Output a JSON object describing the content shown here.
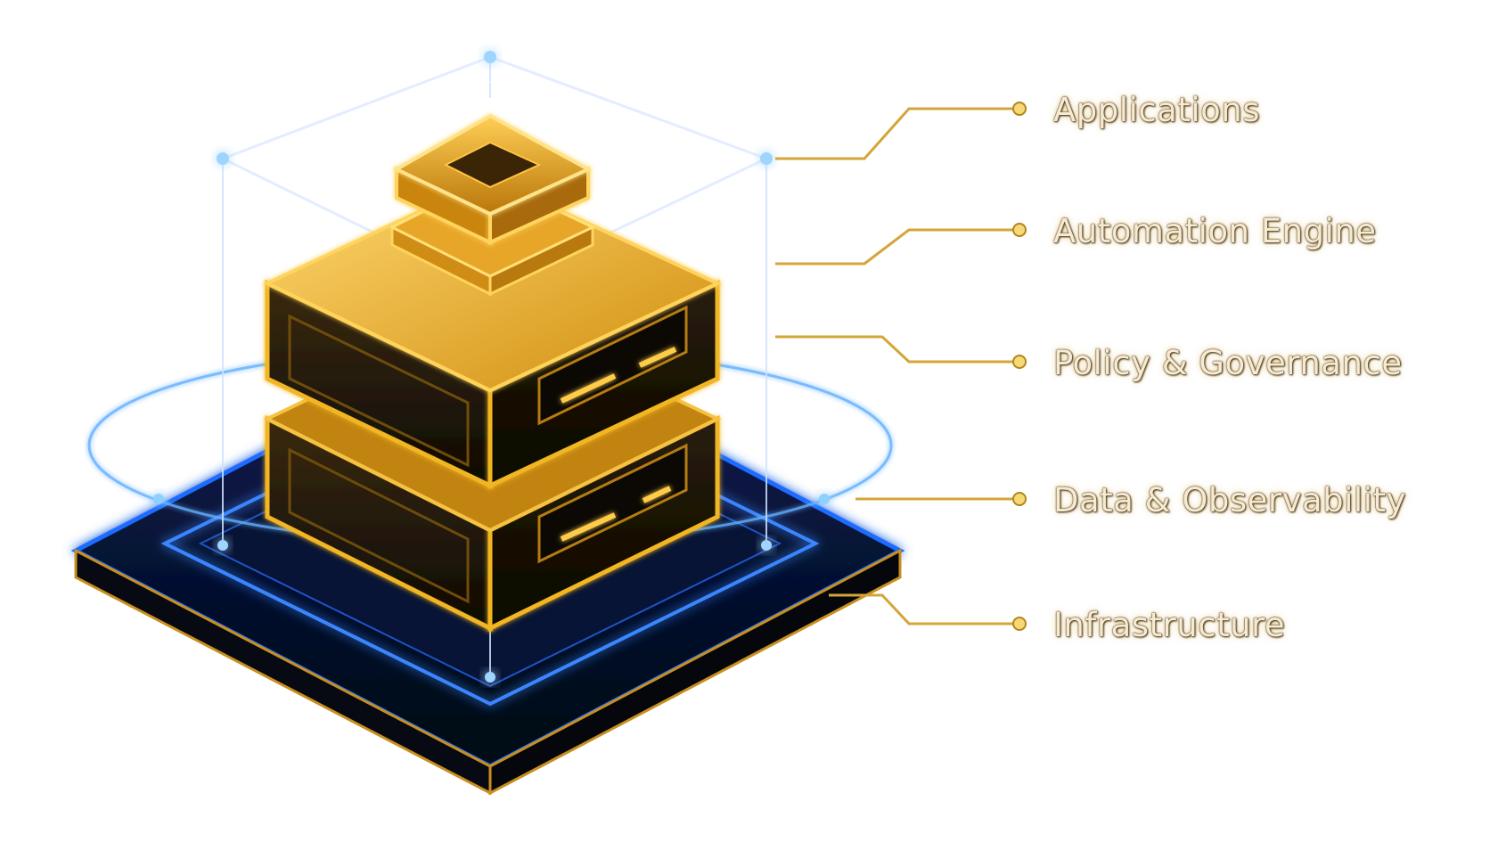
{
  "diagram": {
    "layers": [
      {
        "id": "applications",
        "label": "Applications"
      },
      {
        "id": "automation-engine",
        "label": "Automation Engine"
      },
      {
        "id": "policy-governance",
        "label": "Policy & Governance"
      },
      {
        "id": "data-observability",
        "label": "Data & Observability"
      },
      {
        "id": "infrastructure",
        "label": "Infrastructure"
      }
    ]
  },
  "colors": {
    "gold": "#f2b623",
    "gold_dark": "#8a5a07",
    "blue": "#1e6cff",
    "blue_glow": "#49a6ff",
    "dark": "#0b0906",
    "connector": "#d4a537"
  }
}
